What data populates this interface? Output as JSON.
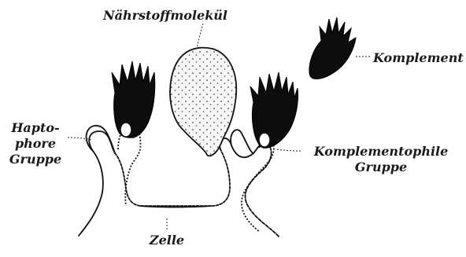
{
  "labels": {
    "nutrient_molecule": "Nährstoffmolekül",
    "complement": "Komplement",
    "haptophore_line1": "Hapto-",
    "haptophore_line2": "phore",
    "haptophore_line3": "Gruppe",
    "complementophile_line1": "Komplementophile",
    "complementophile_line2": "Gruppe",
    "cell": "Zelle"
  },
  "colors": {
    "ink": "#111111",
    "molecule_fill": "#f4f4f4",
    "background": "#ffffff"
  }
}
